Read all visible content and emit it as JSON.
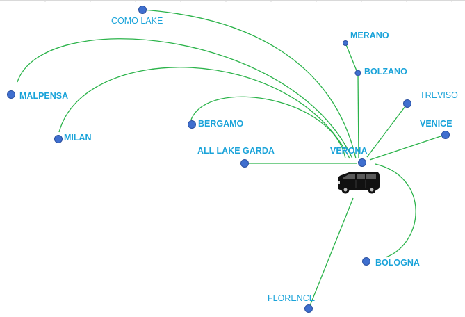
{
  "hub": {
    "label": "VERONA",
    "vehicle_icon": "van-icon"
  },
  "cities": {
    "como_lake": "COMO LAKE",
    "merano": "MERANO",
    "bolzano": "BOLZANO",
    "malpensa": "MALPENSA",
    "treviso": "TREVISO",
    "bergamo": "BERGAMO",
    "venice": "VENICE",
    "milan": "MILAN",
    "all_lake_garda": "ALL LAKE GARDA",
    "bologna": "BOLOGNA",
    "florence": "FLORENCE"
  },
  "colors": {
    "route": "#2bb34a",
    "label": "#1aa3d9",
    "dot": "#3f6fcf"
  }
}
